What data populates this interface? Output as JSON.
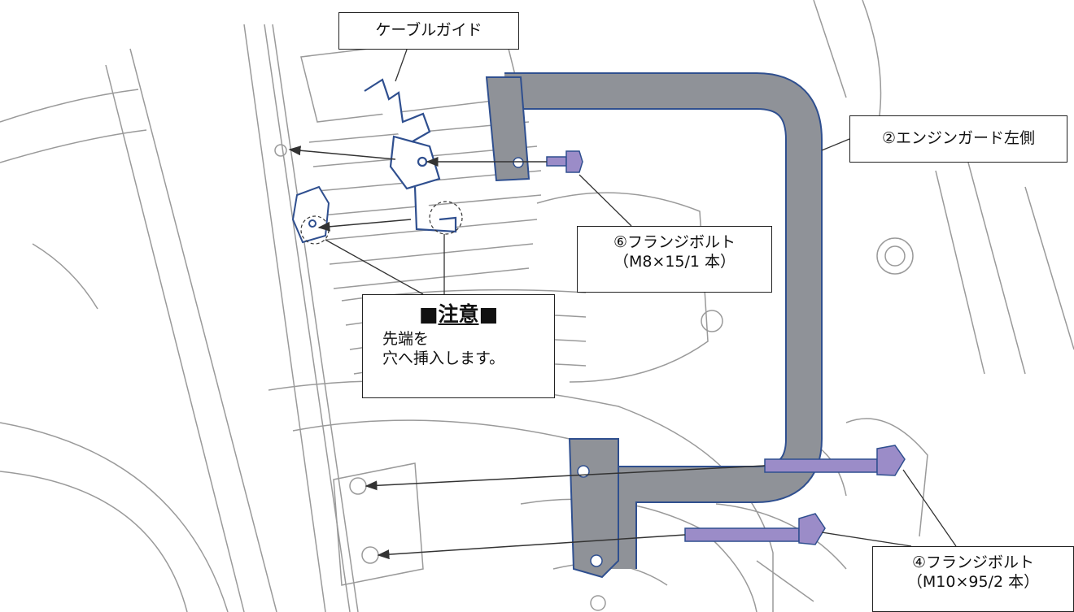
{
  "callouts": {
    "cable_guide": "ケーブルガイド",
    "engine_guard": "②エンジンガード左側",
    "bolt6_name": "⑥フランジボルト",
    "bolt6_spec": "（M8×15/1 本）",
    "bolt4_name": "④フランジボルト",
    "bolt4_spec": "（M10×95/2 本）",
    "note_mark": "■",
    "note_title": "注意",
    "note_line1": "先端を",
    "note_line2": "穴へ挿入します。"
  },
  "colors": {
    "line_art": "#9a9a9a",
    "guard_fill": "#8f9298",
    "part_outline": "#2f4f8f",
    "cable_guide_fill": "#ffffff",
    "bolt_fill": "#9b8cc8",
    "leader": "#333333"
  }
}
